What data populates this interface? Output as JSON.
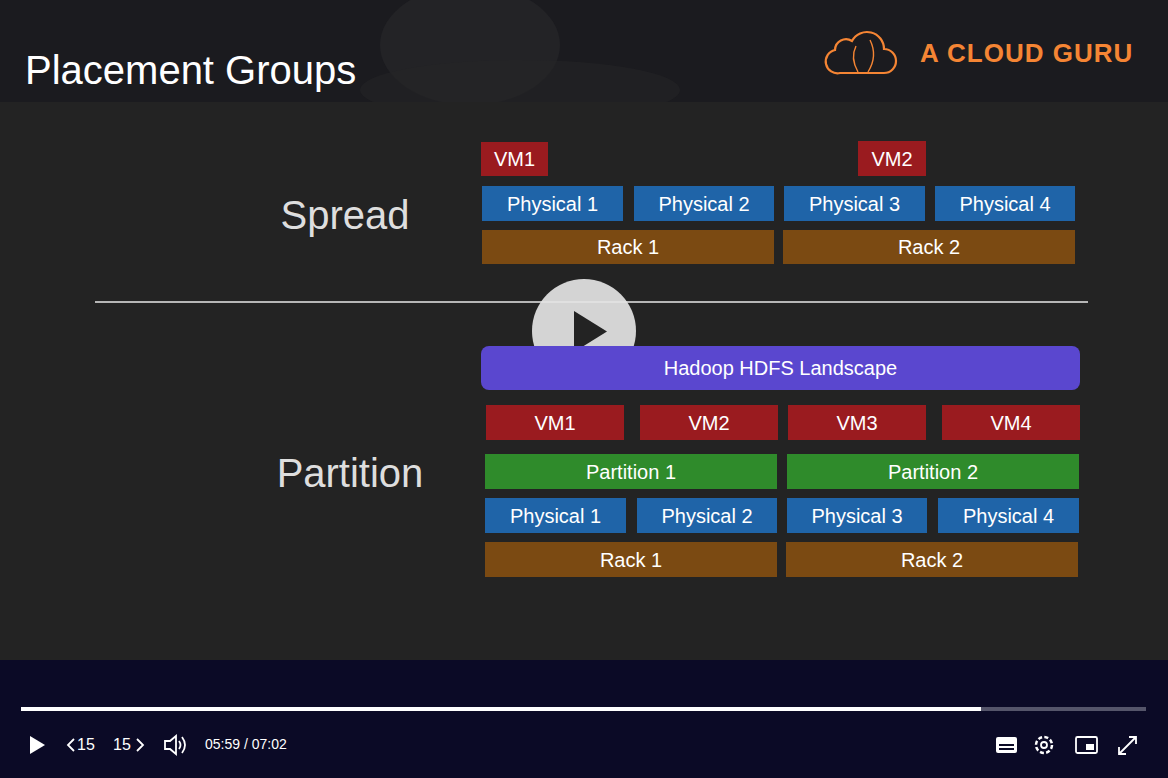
{
  "diagram": {
    "title": "Placement Groups",
    "nodes": [
      {
        "text": [
          "VM1"
        ]
      },
      {
        "text": [
          "VM2"
        ]
      },
      {
        "text": [
          "Physical 1"
        ]
      },
      {
        "text": [
          "Physical 2"
        ]
      },
      {
        "text": [
          "Physical 3"
        ]
      },
      {
        "text": [
          "Physical 4"
        ]
      },
      {
        "text": [
          "Rack 1"
        ]
      },
      {
        "text": [
          "Rack 2"
        ]
      },
      {
        "text": [
          "Hadoop HDFS Landscape"
        ]
      },
      {
        "text": [
          "VM1"
        ]
      },
      {
        "text": [
          "VM2"
        ]
      },
      {
        "text": [
          "VM3"
        ]
      },
      {
        "text": [
          "VM4"
        ]
      },
      {
        "text": [
          "Partition 1"
        ]
      },
      {
        "text": [
          "Partition 2"
        ]
      },
      {
        "text": [
          "Physical 1"
        ]
      },
      {
        "text": [
          "Physical 2"
        ]
      },
      {
        "text": [
          "Physical 3"
        ]
      },
      {
        "text": [
          "Physical 4"
        ]
      },
      {
        "text": [
          "Rack 1"
        ]
      },
      {
        "text": [
          "Rack 2"
        ]
      }
    ],
    "labels": [
      "A CLOUD GURU",
      "Spread",
      "Partition",
      "15",
      "15",
      "05:59 / 07:02"
    ]
  }
}
